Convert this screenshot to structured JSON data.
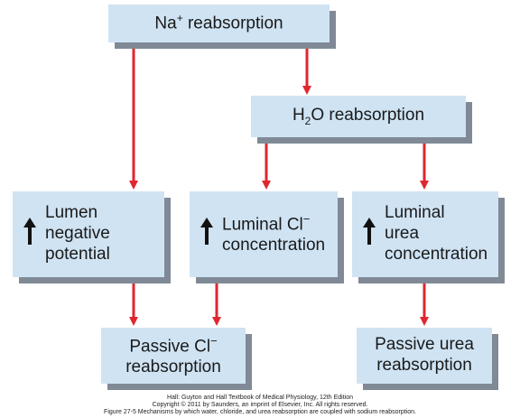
{
  "boxes": {
    "na": {
      "label": "Na",
      "sup": "+",
      "rest": " reabsorption"
    },
    "h2o": {
      "label": "H",
      "sub": "2",
      "rest": "O reabsorption"
    },
    "lumen": {
      "text": "Lumen\nnegative\npotential"
    },
    "chloride": {
      "label": "Luminal Cl",
      "sup": "−",
      "rest": "\nconcentration"
    },
    "urea": {
      "text": "Luminal\nurea\nconcentration"
    },
    "passive_cl": {
      "label": "Passive Cl",
      "sup": "−",
      "rest": "\nreabsorption"
    },
    "passive_urea": {
      "text": "Passive urea\nreabsorption"
    }
  },
  "caption": {
    "line1": "Hall: Guyton and Hall Textbook of Medical Physiology, 12th Edition",
    "line2": "Copyright © 2011 by Saunders, an imprint of Elsevier, Inc. All rights reserved.",
    "line3": "Figure 27-5 Mechanisms by which water, chloride, and urea reabsorption are coupled with sodium reabsorption."
  },
  "colors": {
    "box_fill": "#cfe3f3",
    "box_shadow": "#7f8a96",
    "arrow": "#e0262f"
  },
  "icons": [
    "up-arrow-icon"
  ]
}
